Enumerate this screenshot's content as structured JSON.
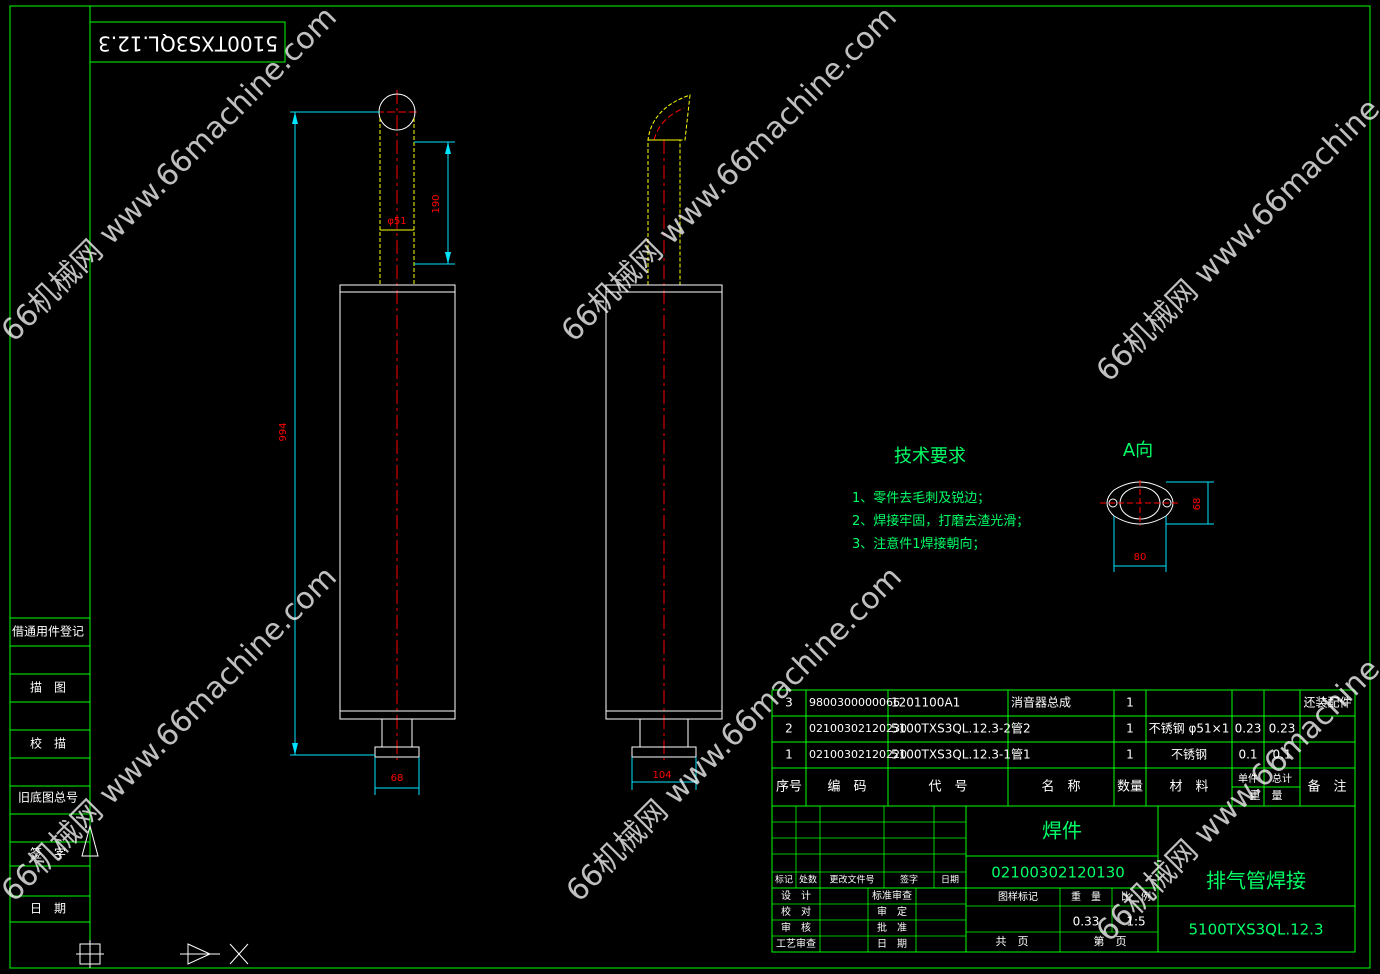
{
  "colors": {
    "background": "#000000",
    "frame": "#00ff00",
    "part": "#ffffff",
    "centerline": "#ff0000",
    "dimension": "#00e5ff",
    "pipe": "#ffff00",
    "text_green": "#00ff66",
    "watermark": "#ffffff"
  },
  "drawing_code_box": "5100TXS3QL.12.3",
  "watermark": {
    "text": "66机械网 www.66machine.com"
  },
  "left_strip": {
    "items": [
      "借通用件登记",
      "描　图",
      "校　描",
      "旧底图总号",
      "签　字",
      "日　期"
    ]
  },
  "dimensions": {
    "length": "994",
    "pipe_length": "190",
    "pipe_diameter": "φ51",
    "left_flange": "68",
    "right_flange": "104",
    "view_width": "80",
    "view_height": "68"
  },
  "view_a": {
    "label": "A向"
  },
  "tech": {
    "title": "技术要求",
    "items": [
      "1、零件去毛刺及锐边；",
      "2、焊接牢固，打磨去渣光滑；",
      "3、注意件1焊接朝向；"
    ]
  },
  "bom": {
    "rows": [
      {
        "seq": "3",
        "code": "9800300000066",
        "drawing": "1201100A1",
        "name": "消音器总成",
        "qty": "1",
        "material": "",
        "unit_wt": "",
        "total_wt": "",
        "note": "还装配件"
      },
      {
        "seq": "2",
        "code": "02100302120230",
        "drawing": "5100TXS3QL.12.3-2",
        "name": "管2",
        "qty": "1",
        "material": "不锈钢 φ51×1",
        "unit_wt": "0.23",
        "total_wt": "0.23",
        "note": ""
      },
      {
        "seq": "1",
        "code": "02100302120220",
        "drawing": "5100TXS3QL.12.3-1",
        "name": "管1",
        "qty": "1",
        "material": "不锈钢",
        "unit_wt": "0.1",
        "total_wt": "0.1",
        "note": ""
      }
    ],
    "header": {
      "seq": "序号",
      "code": "编　码",
      "drawing": "代　号",
      "name": "名　称",
      "qty": "数量",
      "material": "材　料",
      "unit_wt": "单件",
      "total_wt": "总计",
      "weight": "重　量",
      "note": "备　注"
    }
  },
  "title_block": {
    "part_type": "焊件",
    "part_code": "02100302120130",
    "part_name": "排气管焊接",
    "drawing_no": "5100TXS3QL.12.3",
    "mark_label": "图样标记",
    "weight_label": "重　量",
    "scale_label": "比　例",
    "weight": "0.33",
    "scale": "1:5",
    "sheets_total": "共　页",
    "sheet_no": "第　页",
    "rev_headers": [
      "标记",
      "处数",
      "更改文件号",
      "签字",
      "日期"
    ],
    "role_rows": [
      [
        "设　计",
        "",
        "标准审查",
        ""
      ],
      [
        "校　对",
        "",
        "审　定",
        ""
      ],
      [
        "审　核",
        "",
        "批　准",
        ""
      ],
      [
        "工艺审查",
        "",
        "日　期",
        ""
      ]
    ]
  }
}
